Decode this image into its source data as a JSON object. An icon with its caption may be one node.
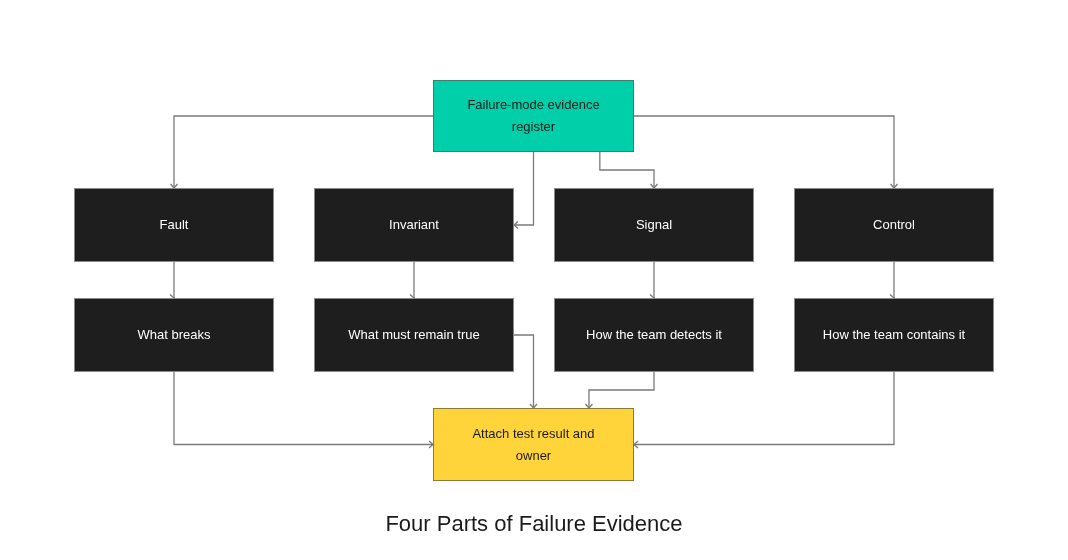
{
  "diagram": {
    "caption": "Four Parts of Failure Evidence",
    "nodes": [
      {
        "text": [
          "Failure-mode evidence register"
        ]
      },
      {
        "text": [
          "Fault"
        ]
      },
      {
        "text": [
          "Invariant"
        ]
      },
      {
        "text": [
          "Signal"
        ]
      },
      {
        "text": [
          "Control"
        ]
      },
      {
        "text": [
          "What breaks"
        ]
      },
      {
        "text": [
          "What must remain true"
        ]
      },
      {
        "text": [
          "How the team detects it"
        ]
      },
      {
        "text": [
          "How the team contains it"
        ]
      },
      {
        "text": [
          "Attach test result and owner"
        ]
      }
    ],
    "edges": [
      {
        "from": 0,
        "to": 1,
        "arrow": "to"
      },
      {
        "from": 0,
        "to": 2,
        "arrow": "to"
      },
      {
        "from": 0,
        "to": 3,
        "arrow": "to"
      },
      {
        "from": 0,
        "to": 4,
        "arrow": "to"
      },
      {
        "from": 1,
        "to": 5,
        "arrow": "to"
      },
      {
        "from": 2,
        "to": 6,
        "arrow": "to"
      },
      {
        "from": 3,
        "to": 7,
        "arrow": "to"
      },
      {
        "from": 4,
        "to": 8,
        "arrow": "to"
      },
      {
        "from": 5,
        "to": 9,
        "arrow": "to"
      },
      {
        "from": 6,
        "to": 9,
        "arrow": "to"
      },
      {
        "from": 7,
        "to": 9,
        "arrow": "to"
      },
      {
        "from": 8,
        "to": 9,
        "arrow": "to"
      }
    ]
  }
}
